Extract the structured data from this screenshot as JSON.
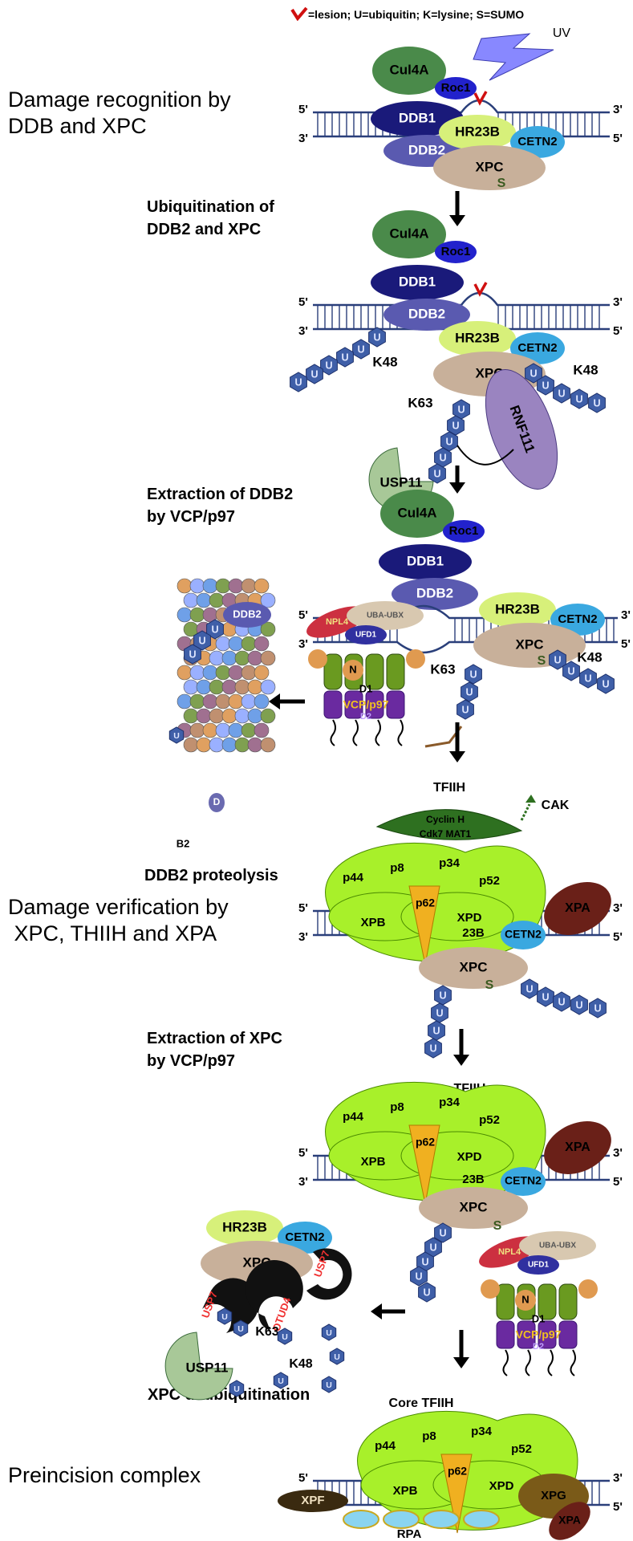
{
  "legend": "=lesion; U=ubiquitin; K=lysine; S=SUMO",
  "steps": {
    "damage_recognition": "Damage recognition by\nDDB and XPC",
    "ubiquitination": "Ubiquitination of\nDDB2 and XPC",
    "extraction_ddb2": "Extraction of DDB2\nby VCP/p97",
    "ddb2_proteolysis": "DDB2 proteolysis",
    "damage_verification": "Damage verification by\n XPC, THIIH and XPA",
    "extraction_xpc": "Extraction of XPC\nby VCP/p97",
    "xpc_deubiquitination": "XPC deubiquitination",
    "preincision": "Preincision complex"
  },
  "labels": {
    "uv": "UV",
    "cul4a": "Cul4A",
    "roc1": "Roc1",
    "ddb1": "DDB1",
    "ddb2": "DDB2",
    "hr23b": "HR23B",
    "cetn2": "CETN2",
    "xpc": "XPC",
    "sumo": "S",
    "ubiquitin": "U",
    "k48": "K48",
    "k63": "K63",
    "rnf111": "RNF111",
    "usp11": "USP11",
    "npl4": "NPL4",
    "ufd1": "UFD1",
    "uba_ubx": "UBA-UBX",
    "n": "N",
    "d1": "D1",
    "d2": "D2",
    "vcp": "VCP/p97",
    "tfiih": "TFIIH",
    "core_tfiih": "Core TFIIH",
    "cyclin_h": "Cyclin H",
    "cdk7_mat1": "Cdk7 MAT1",
    "cak": "CAK",
    "p44": "p44",
    "p8": "p8",
    "p34": "p34",
    "p52": "p52",
    "p62": "p62",
    "xpb": "XPB",
    "xpd": "XPD",
    "xpa": "XPA",
    "xpf": "XPF",
    "xpg": "XPG",
    "rpa": "RPA",
    "usp7": "USP7",
    "otud4": "OTUD4",
    "prime5": "5'",
    "prime3": "3'",
    "frag_d": "D",
    "frag_b2": "B2",
    "frag_3b": "23B"
  },
  "colors": {
    "dna": "#2a3f7a",
    "lesion": "#d01010",
    "cul4a": "#4a8a4a",
    "ddb1": "#1a1a7a",
    "ddb2": "#5a5ab0",
    "roc1": "#2222cc",
    "hr23b": "#d7f07a",
    "cetn2": "#3aa8e0",
    "xpc": "#c8b09a",
    "ubiquitin": "#3f5fa8",
    "tfiih": "#a8f02a",
    "p62": "#f0b020",
    "xpa": "#6a2018",
    "cak": "#2e7020",
    "vcp": "#6a2aa0",
    "vcp_ring": "#6a9a20",
    "rnf111": "#9a84c0",
    "usp11": "#a8c898"
  }
}
